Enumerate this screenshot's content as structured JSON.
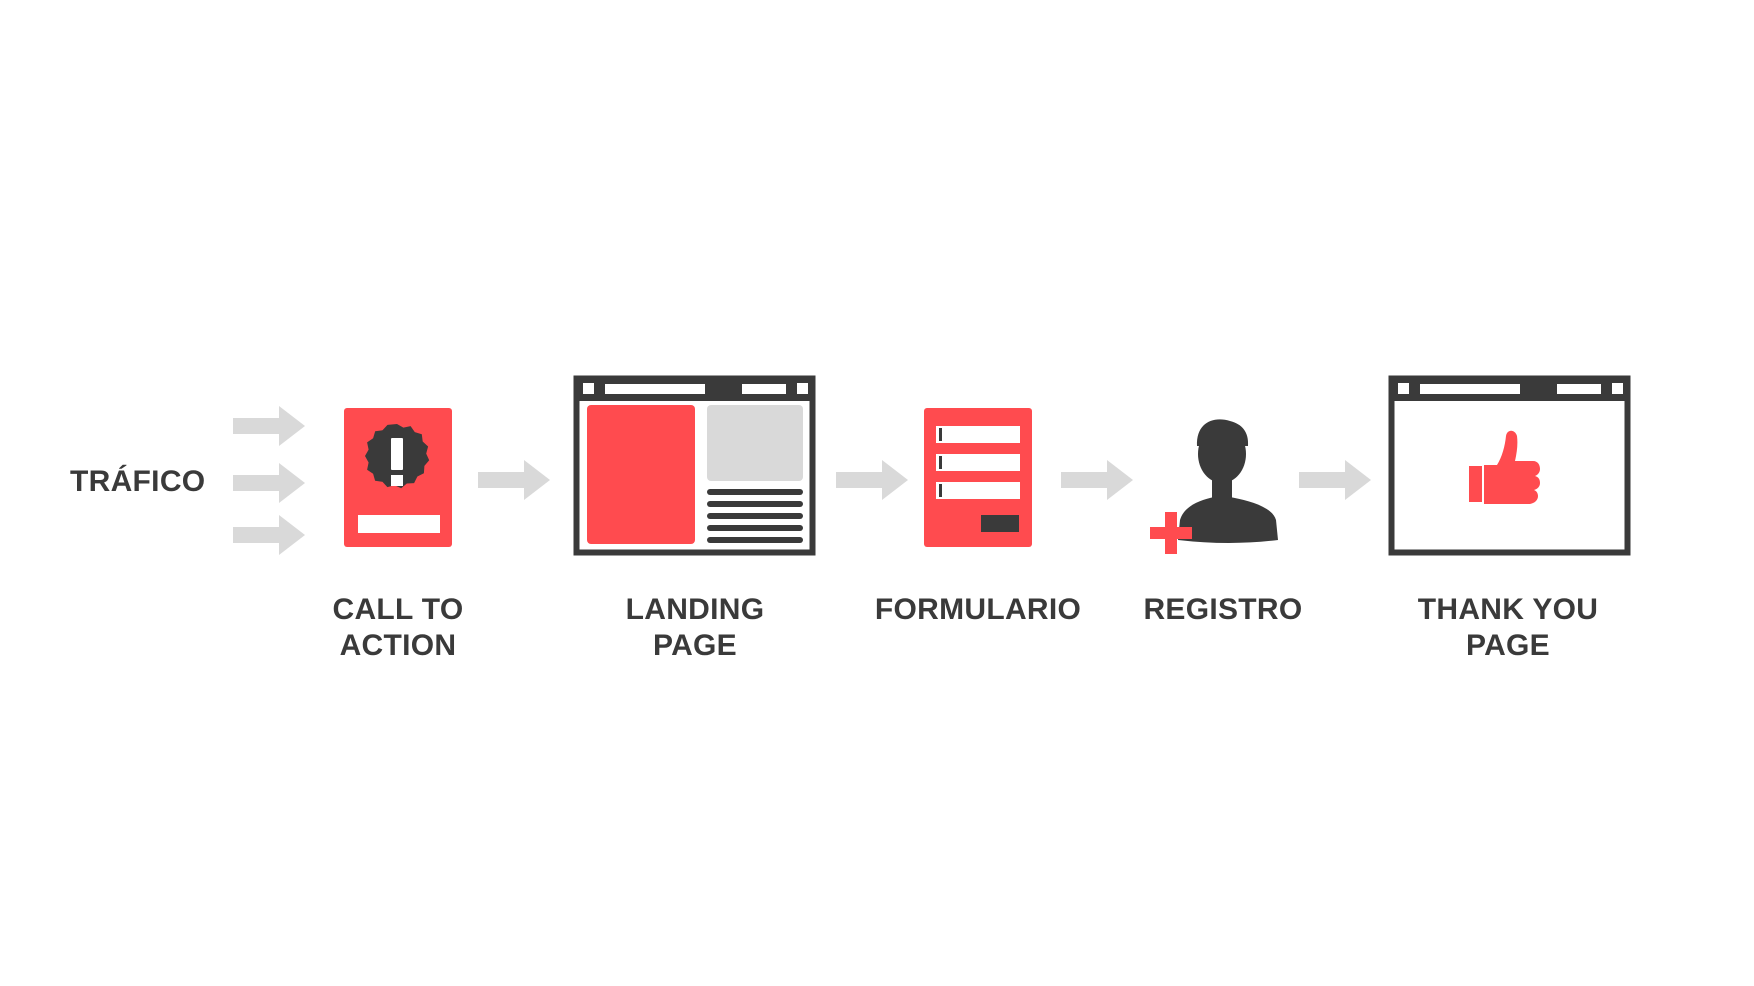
{
  "colors": {
    "accent": "#ff4b4f",
    "dark": "#3a3a3a",
    "arrow": "#d9d9d9",
    "panel_gray": "#d9d9d9",
    "background": "#ffffff"
  },
  "steps": [
    {
      "id": "trafico",
      "icon": "traffic-arrows-icon",
      "label_lines": [
        "TRÁFICO"
      ]
    },
    {
      "id": "call-to-action",
      "icon": "alert-badge-icon",
      "label_lines": [
        "CALL TO",
        "ACTION"
      ]
    },
    {
      "id": "landing-page",
      "icon": "browser-window-icon",
      "label_lines": [
        "LANDING",
        "PAGE"
      ]
    },
    {
      "id": "formulario",
      "icon": "form-icon",
      "label_lines": [
        "FORMULARIO"
      ]
    },
    {
      "id": "registro",
      "icon": "user-add-icon",
      "label_lines": [
        "REGISTRO"
      ]
    },
    {
      "id": "thank-you-page",
      "icon": "thumbs-up-icon",
      "label_lines": [
        "THANK YOU",
        "PAGE"
      ]
    }
  ]
}
